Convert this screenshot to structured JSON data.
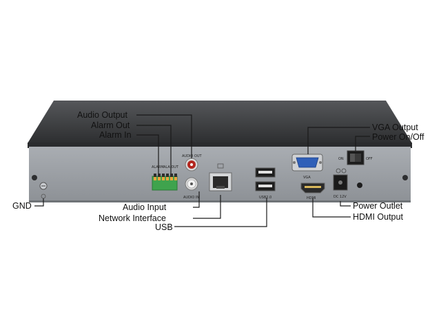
{
  "labels": {
    "audio_output": "Audio Output",
    "alarm_out": "Alarm Out",
    "alarm_in": "Alarm In",
    "vga_output": "VGA Output",
    "power_onoff": "Power On/Off",
    "gnd": "GND",
    "audio_input": "Audio Input",
    "network_interface": "Network Interface",
    "usb": "USB",
    "power_outlet": "Power Outlet",
    "hdmi_output": "HDMI Output"
  },
  "panel_text": {
    "alarm_in": "ALARM",
    "alarm_out": "ALA OUT",
    "audio_out": "AUDIO OUT",
    "audio_in": "AUDIO IN",
    "usb": "USB2.0",
    "vga": "VGA",
    "hdmi": "HDMI",
    "on": "ON",
    "off": "OFF",
    "dc": "DC 12V"
  },
  "colors": {
    "case_top": "#3a3b3d",
    "rear_panel": "#9a9ea3",
    "terminal_block": "#3fa34d",
    "vga_port": "#2f5fb8",
    "audio_red": "#b3261e",
    "leader_line": "#1a1a1a"
  }
}
